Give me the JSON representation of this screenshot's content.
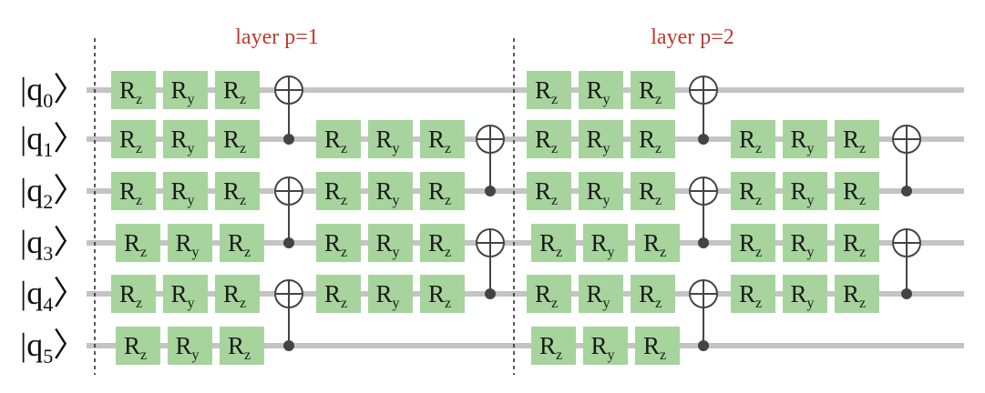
{
  "colors": {
    "wire": "#c4c4c4",
    "gate_fill": "#a6d49c",
    "gate_text": "#1a1a1a",
    "layer_label": "#c0392b",
    "control": "#444444",
    "divider": "#222222"
  },
  "layers": [
    {
      "label": "layer p=1"
    },
    {
      "label": "layer p=2"
    }
  ],
  "qubits": [
    {
      "ket": "|q",
      "sub": "0",
      "close": "〉"
    },
    {
      "ket": "|q",
      "sub": "1",
      "close": "〉"
    },
    {
      "ket": "|q",
      "sub": "2",
      "close": "〉"
    },
    {
      "ket": "|q",
      "sub": "3",
      "close": "〉"
    },
    {
      "ket": "|q",
      "sub": "4",
      "close": "〉"
    },
    {
      "ket": "|q",
      "sub": "5",
      "close": "〉"
    }
  ],
  "gate_labels": [
    {
      "base": "R",
      "sub": "z"
    },
    {
      "base": "R",
      "sub": "y"
    },
    {
      "base": "R",
      "sub": "z"
    }
  ],
  "rotation_blocks": [
    {
      "layer": 0,
      "qubit": 0,
      "col": 0
    },
    {
      "layer": 0,
      "qubit": 1,
      "col": 0
    },
    {
      "layer": 0,
      "qubit": 2,
      "col": 0
    },
    {
      "layer": 0,
      "qubit": 3,
      "col": 0
    },
    {
      "layer": 0,
      "qubit": 4,
      "col": 0
    },
    {
      "layer": 0,
      "qubit": 5,
      "col": 0
    },
    {
      "layer": 0,
      "qubit": 1,
      "col": 1
    },
    {
      "layer": 0,
      "qubit": 2,
      "col": 1
    },
    {
      "layer": 0,
      "qubit": 3,
      "col": 1
    },
    {
      "layer": 0,
      "qubit": 4,
      "col": 1
    },
    {
      "layer": 1,
      "qubit": 0,
      "col": 0
    },
    {
      "layer": 1,
      "qubit": 1,
      "col": 0
    },
    {
      "layer": 1,
      "qubit": 2,
      "col": 0
    },
    {
      "layer": 1,
      "qubit": 3,
      "col": 0
    },
    {
      "layer": 1,
      "qubit": 4,
      "col": 0
    },
    {
      "layer": 1,
      "qubit": 5,
      "col": 0
    },
    {
      "layer": 1,
      "qubit": 1,
      "col": 1
    },
    {
      "layer": 1,
      "qubit": 2,
      "col": 1
    },
    {
      "layer": 1,
      "qubit": 3,
      "col": 1
    },
    {
      "layer": 1,
      "qubit": 4,
      "col": 1
    }
  ],
  "cnots": [
    {
      "layer": 0,
      "col": 0,
      "target": 0,
      "control": 1
    },
    {
      "layer": 0,
      "col": 0,
      "target": 2,
      "control": 3
    },
    {
      "layer": 0,
      "col": 0,
      "target": 4,
      "control": 5
    },
    {
      "layer": 0,
      "col": 1,
      "target": 1,
      "control": 2
    },
    {
      "layer": 0,
      "col": 1,
      "target": 3,
      "control": 4
    },
    {
      "layer": 1,
      "col": 0,
      "target": 0,
      "control": 1
    },
    {
      "layer": 1,
      "col": 0,
      "target": 2,
      "control": 3
    },
    {
      "layer": 1,
      "col": 0,
      "target": 4,
      "control": 5
    },
    {
      "layer": 1,
      "col": 1,
      "target": 1,
      "control": 2
    },
    {
      "layer": 1,
      "col": 1,
      "target": 3,
      "control": 4
    }
  ]
}
